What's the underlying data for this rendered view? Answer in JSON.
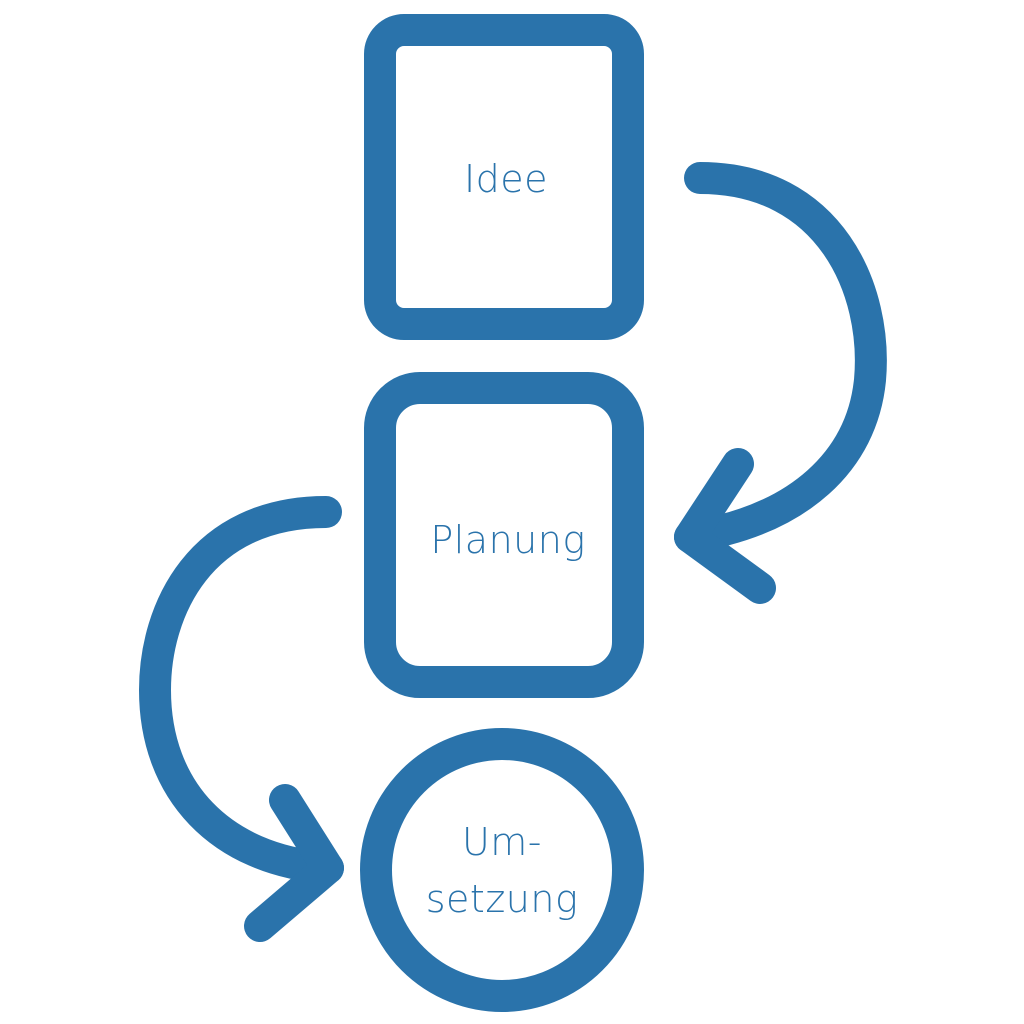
{
  "colors": {
    "stroke": "#2a73ab",
    "text": "#2a73ab",
    "background": "#ffffff"
  },
  "nodes": {
    "idee": {
      "shape": "rounded-rectangle",
      "label": "Idee"
    },
    "planung": {
      "shape": "rounded-rectangle",
      "label": "Planung"
    },
    "umsetzung": {
      "shape": "circle",
      "label_line1": "Um-",
      "label_line2": "setzung"
    }
  },
  "edges": [
    {
      "from": "Idee",
      "to": "Planung",
      "style": "curved-arrow"
    },
    {
      "from": "Planung",
      "to": "Umsetzung",
      "style": "curved-arrow"
    }
  ]
}
